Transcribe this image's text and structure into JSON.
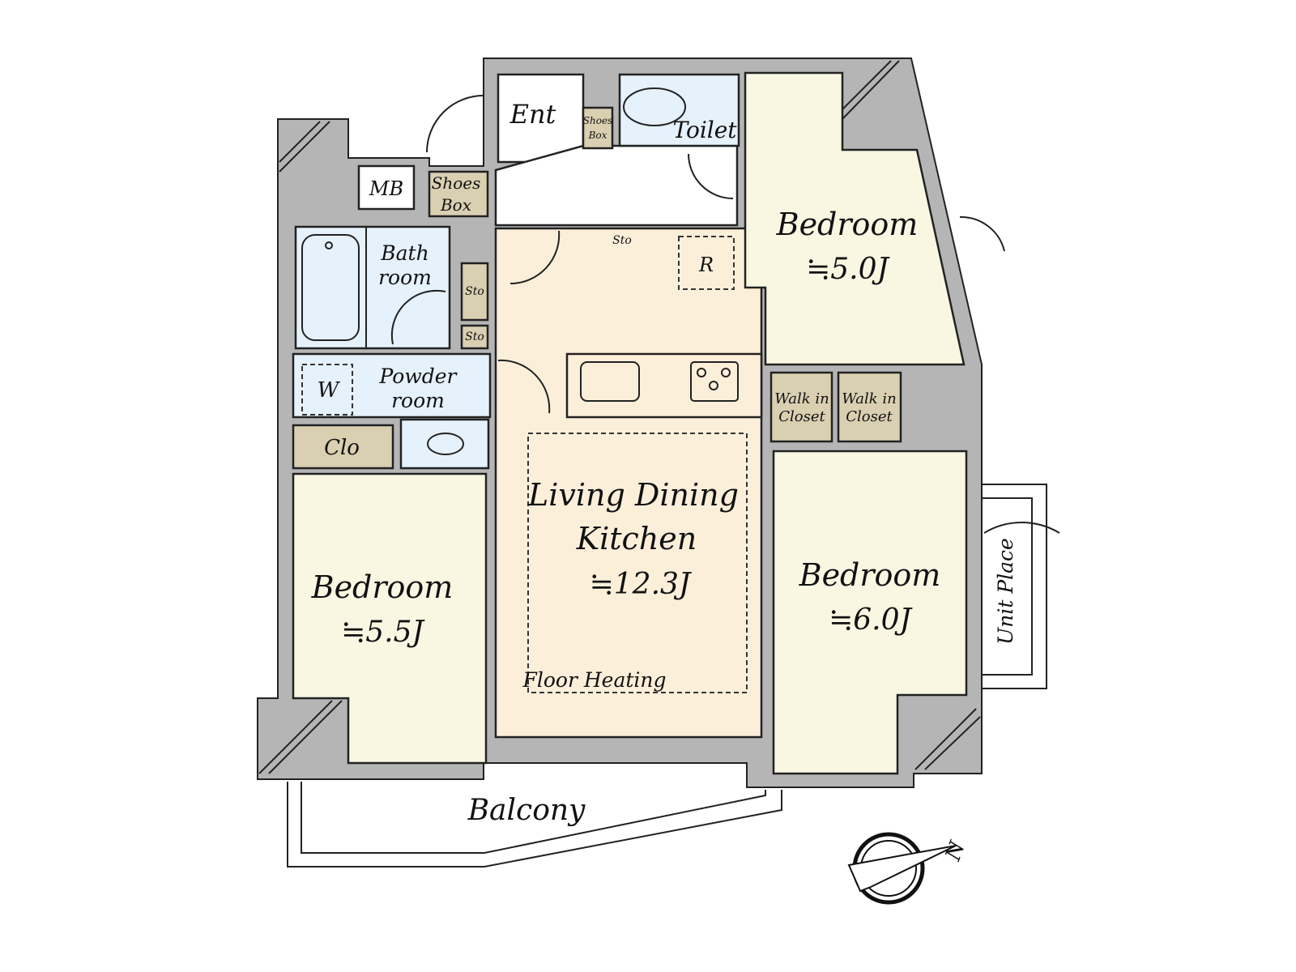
{
  "colors": {
    "wall": "#b5b5b5",
    "ldk": "#fcefda",
    "bedroom": "#f9f6e2",
    "wet": "#e5f1fb",
    "storage": "#d9d0b2",
    "corridor": "#ffffff"
  },
  "rooms": {
    "entrance": "Ent",
    "toilet": "Toilet",
    "shoes_box_small": [
      "Shoes",
      "Box"
    ],
    "shoes_box": [
      "Shoes",
      "Box"
    ],
    "mb": "MB",
    "bath": [
      "Bath",
      "room"
    ],
    "powder": [
      "Powder",
      "room"
    ],
    "washer": "W",
    "sto1": "Sto",
    "sto2": "Sto",
    "sto3": "Sto",
    "refrigerator": "R",
    "closet": "Clo",
    "ldk": [
      "Living Dining",
      "Kitchen",
      "≒12.3J"
    ],
    "floor_heating": "Floor Heating",
    "bedroom_left": [
      "Bedroom",
      "≒5.5J"
    ],
    "bedroom_top_right": [
      "Bedroom",
      "≒5.0J"
    ],
    "bedroom_right": [
      "Bedroom",
      "≒6.0J"
    ],
    "wic1": [
      "Walk in",
      "Closet"
    ],
    "wic2": [
      "Walk in",
      "Closet"
    ],
    "balcony": "Balcony",
    "unit_place": "Unit Place"
  },
  "compass": {
    "north_label": "N",
    "icon": "compass-icon"
  }
}
